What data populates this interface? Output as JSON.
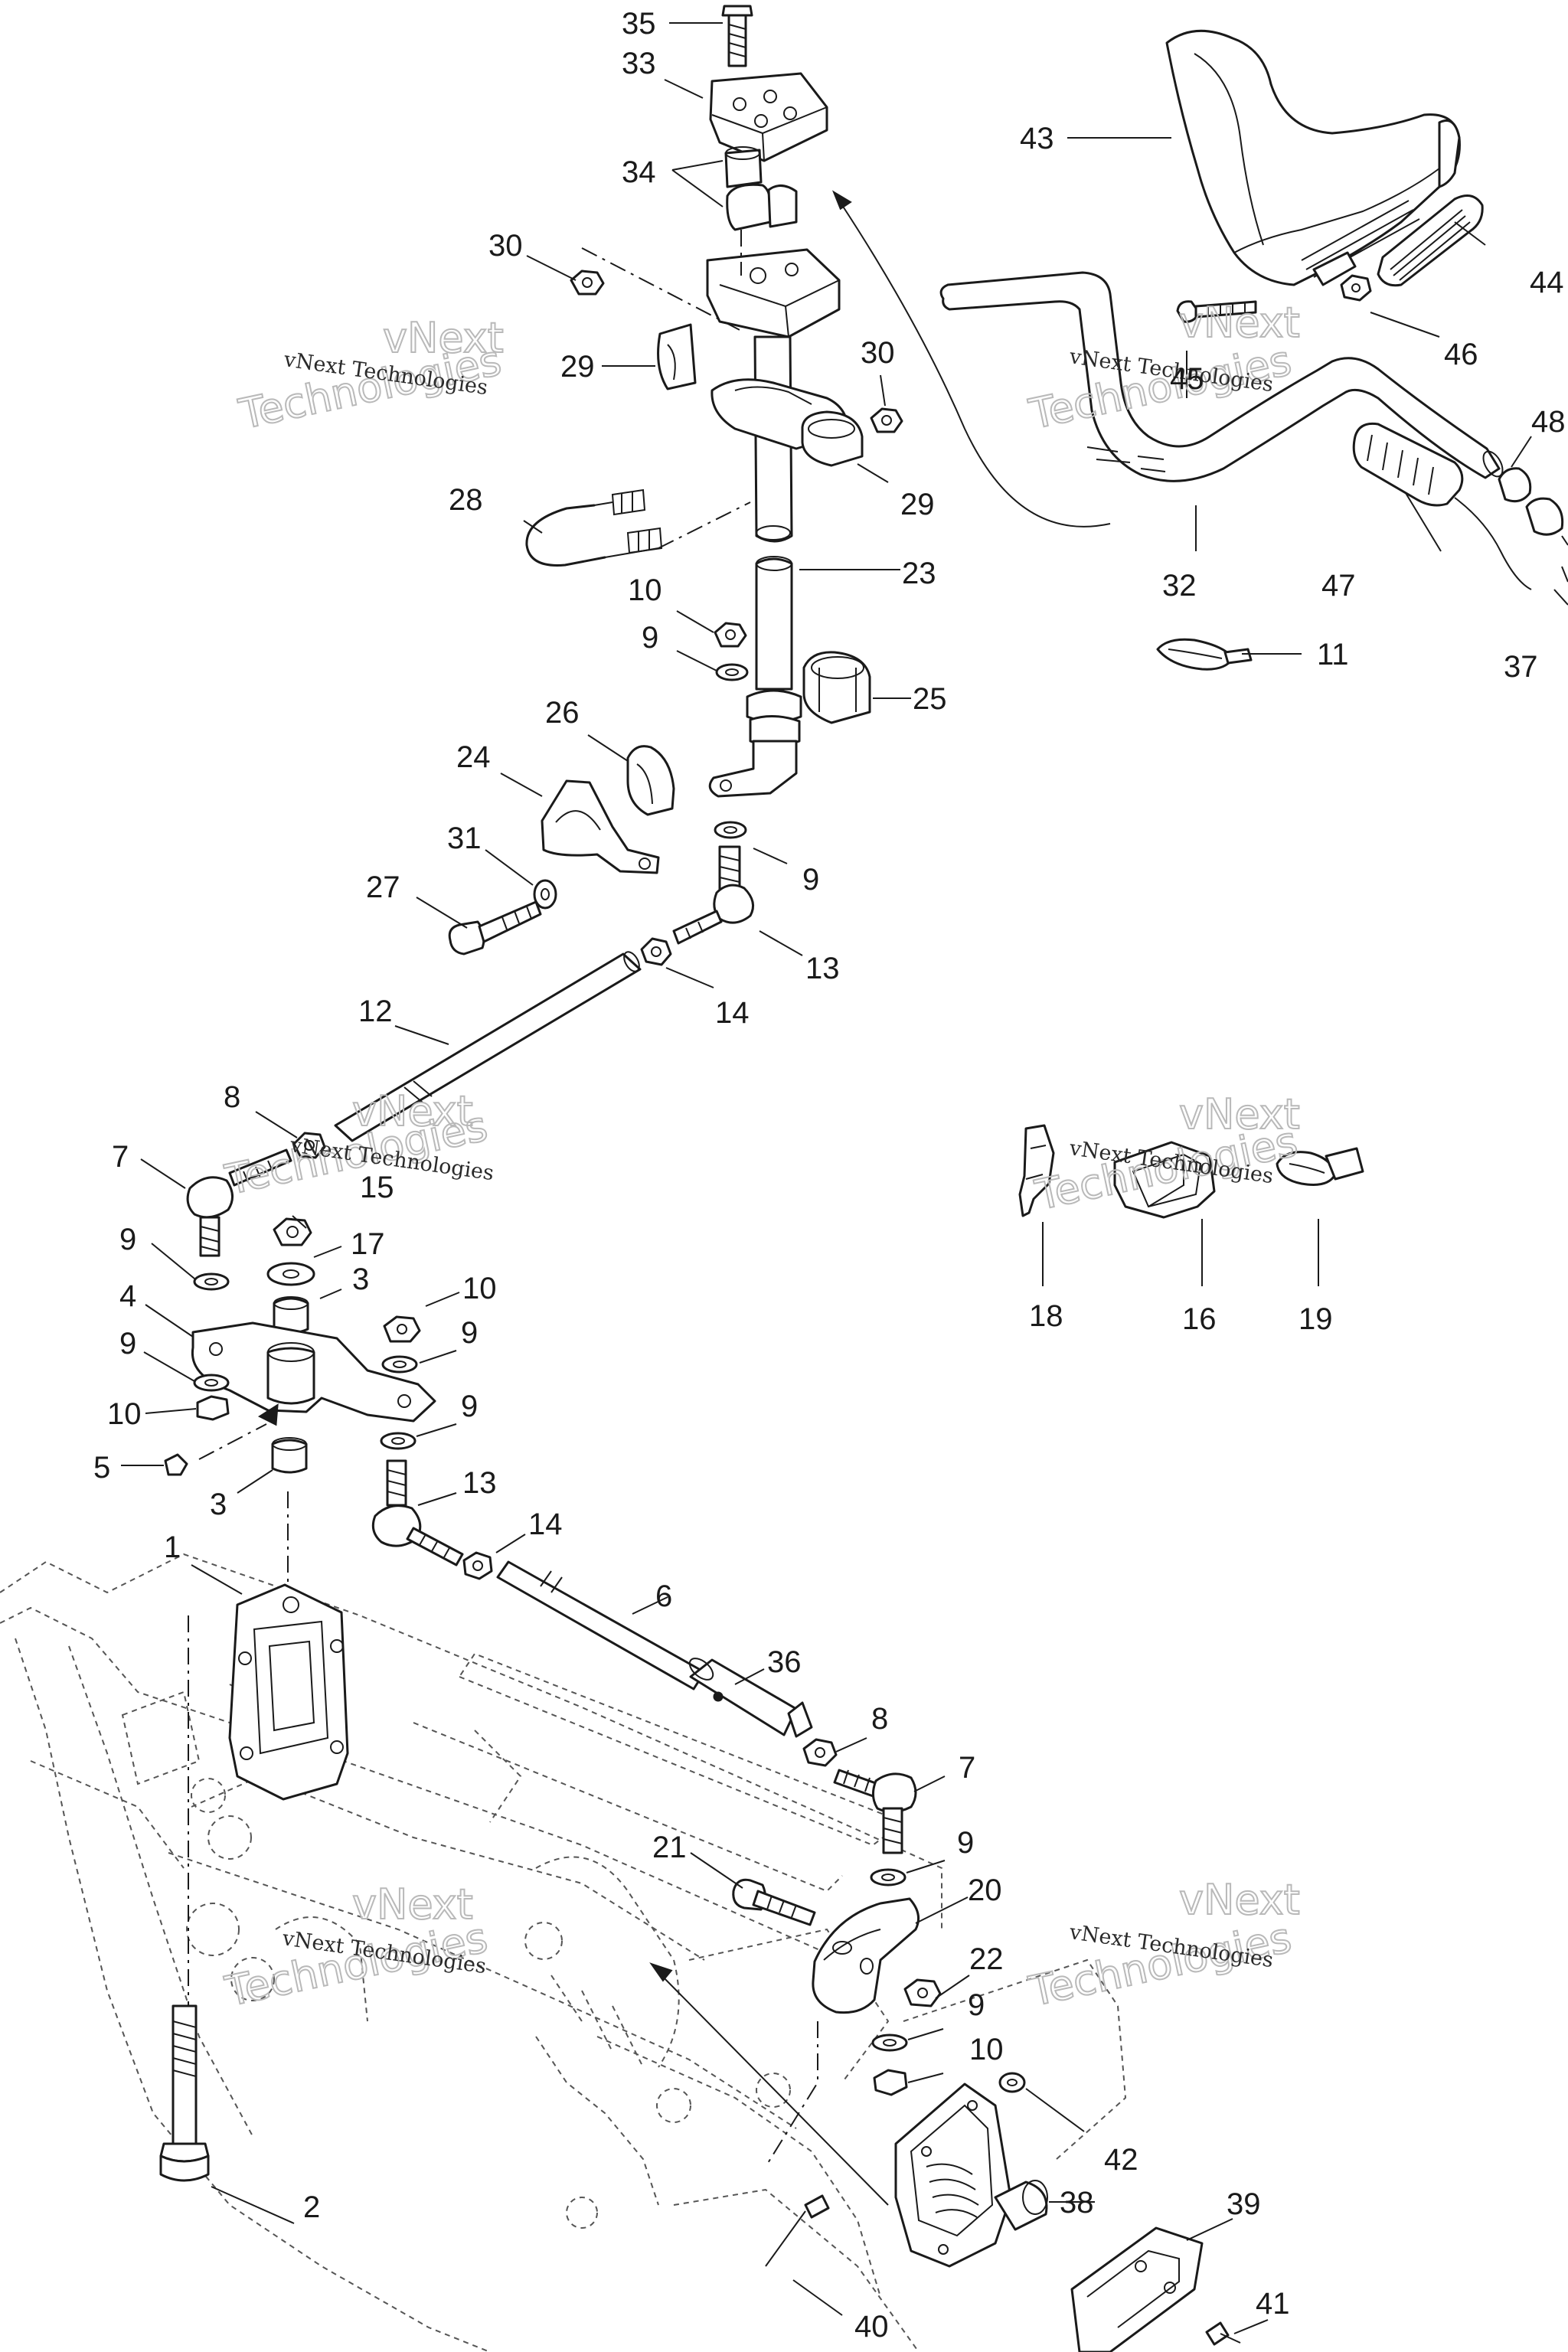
{
  "watermark": {
    "line_small": "vNext Technologies",
    "line_big_1": "vNext",
    "line_big_2": "Technologies"
  },
  "callouts": {
    "c1": "1",
    "c2": "2",
    "c3a": "3",
    "c3b": "3",
    "c4": "4",
    "c5": "5",
    "c6": "6",
    "c7a": "7",
    "c7b": "7",
    "c8a": "8",
    "c8b": "8",
    "c9a": "9",
    "c9b": "9",
    "c9c": "9",
    "c9d": "9",
    "c9e": "9",
    "c9f": "9",
    "c9g": "9",
    "c9h": "9",
    "c10a": "10",
    "c10b": "10",
    "c10c": "10",
    "c10d": "10",
    "c11": "11",
    "c12": "12",
    "c13a": "13",
    "c13b": "13",
    "c14a": "14",
    "c14b": "14",
    "c15": "15",
    "c16": "16",
    "c17": "17",
    "c18": "18",
    "c19": "19",
    "c20": "20",
    "c21": "21",
    "c22": "22",
    "c23": "23",
    "c24": "24",
    "c25": "25",
    "c26": "26",
    "c27": "27",
    "c28": "28",
    "c29a": "29",
    "c29b": "29",
    "c30a": "30",
    "c30b": "30",
    "c31": "31",
    "c32": "32",
    "c33": "33",
    "c34": "34",
    "c35": "35",
    "c36": "36",
    "c37": "37",
    "c38": "38",
    "c39": "39",
    "c40": "40",
    "c41": "41",
    "c42": "42",
    "c43": "43",
    "c44": "44",
    "c45": "45",
    "c46": "46",
    "c47": "47",
    "c48": "48"
  }
}
